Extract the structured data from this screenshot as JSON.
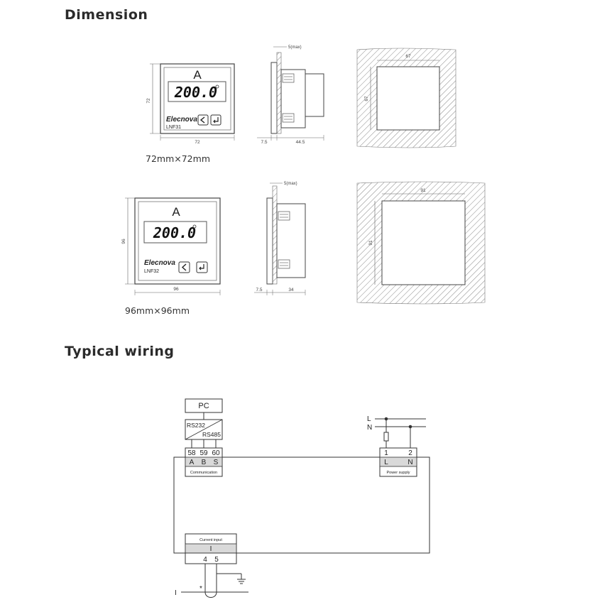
{
  "headings": {
    "dimension": "Dimension",
    "wiring": "Typical wiring"
  },
  "models": [
    {
      "caption": "72mm×72mm",
      "front": {
        "unit": "A",
        "reading": "200.0",
        "brand": "Elecnova",
        "model": "LNF31",
        "width": "72",
        "height": "72"
      },
      "side": {
        "depth_front": "7.5",
        "depth_body": "44.5",
        "panel_max": "5(max)"
      },
      "cutout": {
        "width": "67",
        "height": "67"
      }
    },
    {
      "caption": "96mm×96mm",
      "front": {
        "unit": "A",
        "reading": "200.0",
        "brand": "Elecnova",
        "model": "LNF32",
        "width": "96",
        "height": "96"
      },
      "side": {
        "depth_front": "7.5",
        "depth_body": "34",
        "panel_max": "5(max)"
      },
      "cutout": {
        "width": "91",
        "height": "91"
      }
    }
  ],
  "wiring": {
    "pc": "PC",
    "converter_top": "RS232",
    "converter_bottom": "RS485",
    "comm_terminals": [
      "58",
      "59",
      "60"
    ],
    "comm_signals": [
      "A",
      "B",
      "S"
    ],
    "comm_label": "Communication",
    "power_lines": [
      "L",
      "N"
    ],
    "power_terminals": [
      "1",
      "2"
    ],
    "power_signals": [
      "L",
      "N"
    ],
    "power_label": "Power supply",
    "current_label": "Current input",
    "current_signal": "I",
    "current_terminals": [
      "4",
      "5"
    ],
    "ct_input": "I",
    "ct_polarity": "*"
  },
  "colors": {
    "terminal_fill": "#d9d9d9",
    "line": "#333333",
    "hatch": "#888888"
  }
}
